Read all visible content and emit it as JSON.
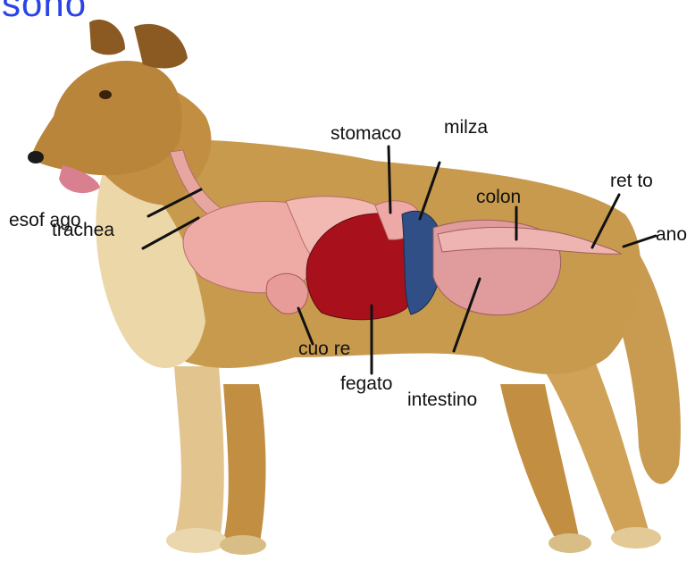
{
  "title_fragment": "sono",
  "labels": {
    "esofago": "esof ago",
    "trachea": "trachea",
    "stomaco": "stomaco",
    "milza": "milza",
    "colon": "colon",
    "retto": "ret to",
    "ano": "ano",
    "cuore": "cuo re",
    "fegato": "fegato",
    "intestino": "intestino"
  },
  "colors": {
    "fur": "#c89a4e",
    "fur_light": "#ecd7a8",
    "fur_dark": "#9a6a2a",
    "lungs": "#eeaaa4",
    "liver": "#a8101c",
    "spleen": "#2f4f86",
    "intestine": "#e09c9c",
    "title": "#2b44e6"
  }
}
